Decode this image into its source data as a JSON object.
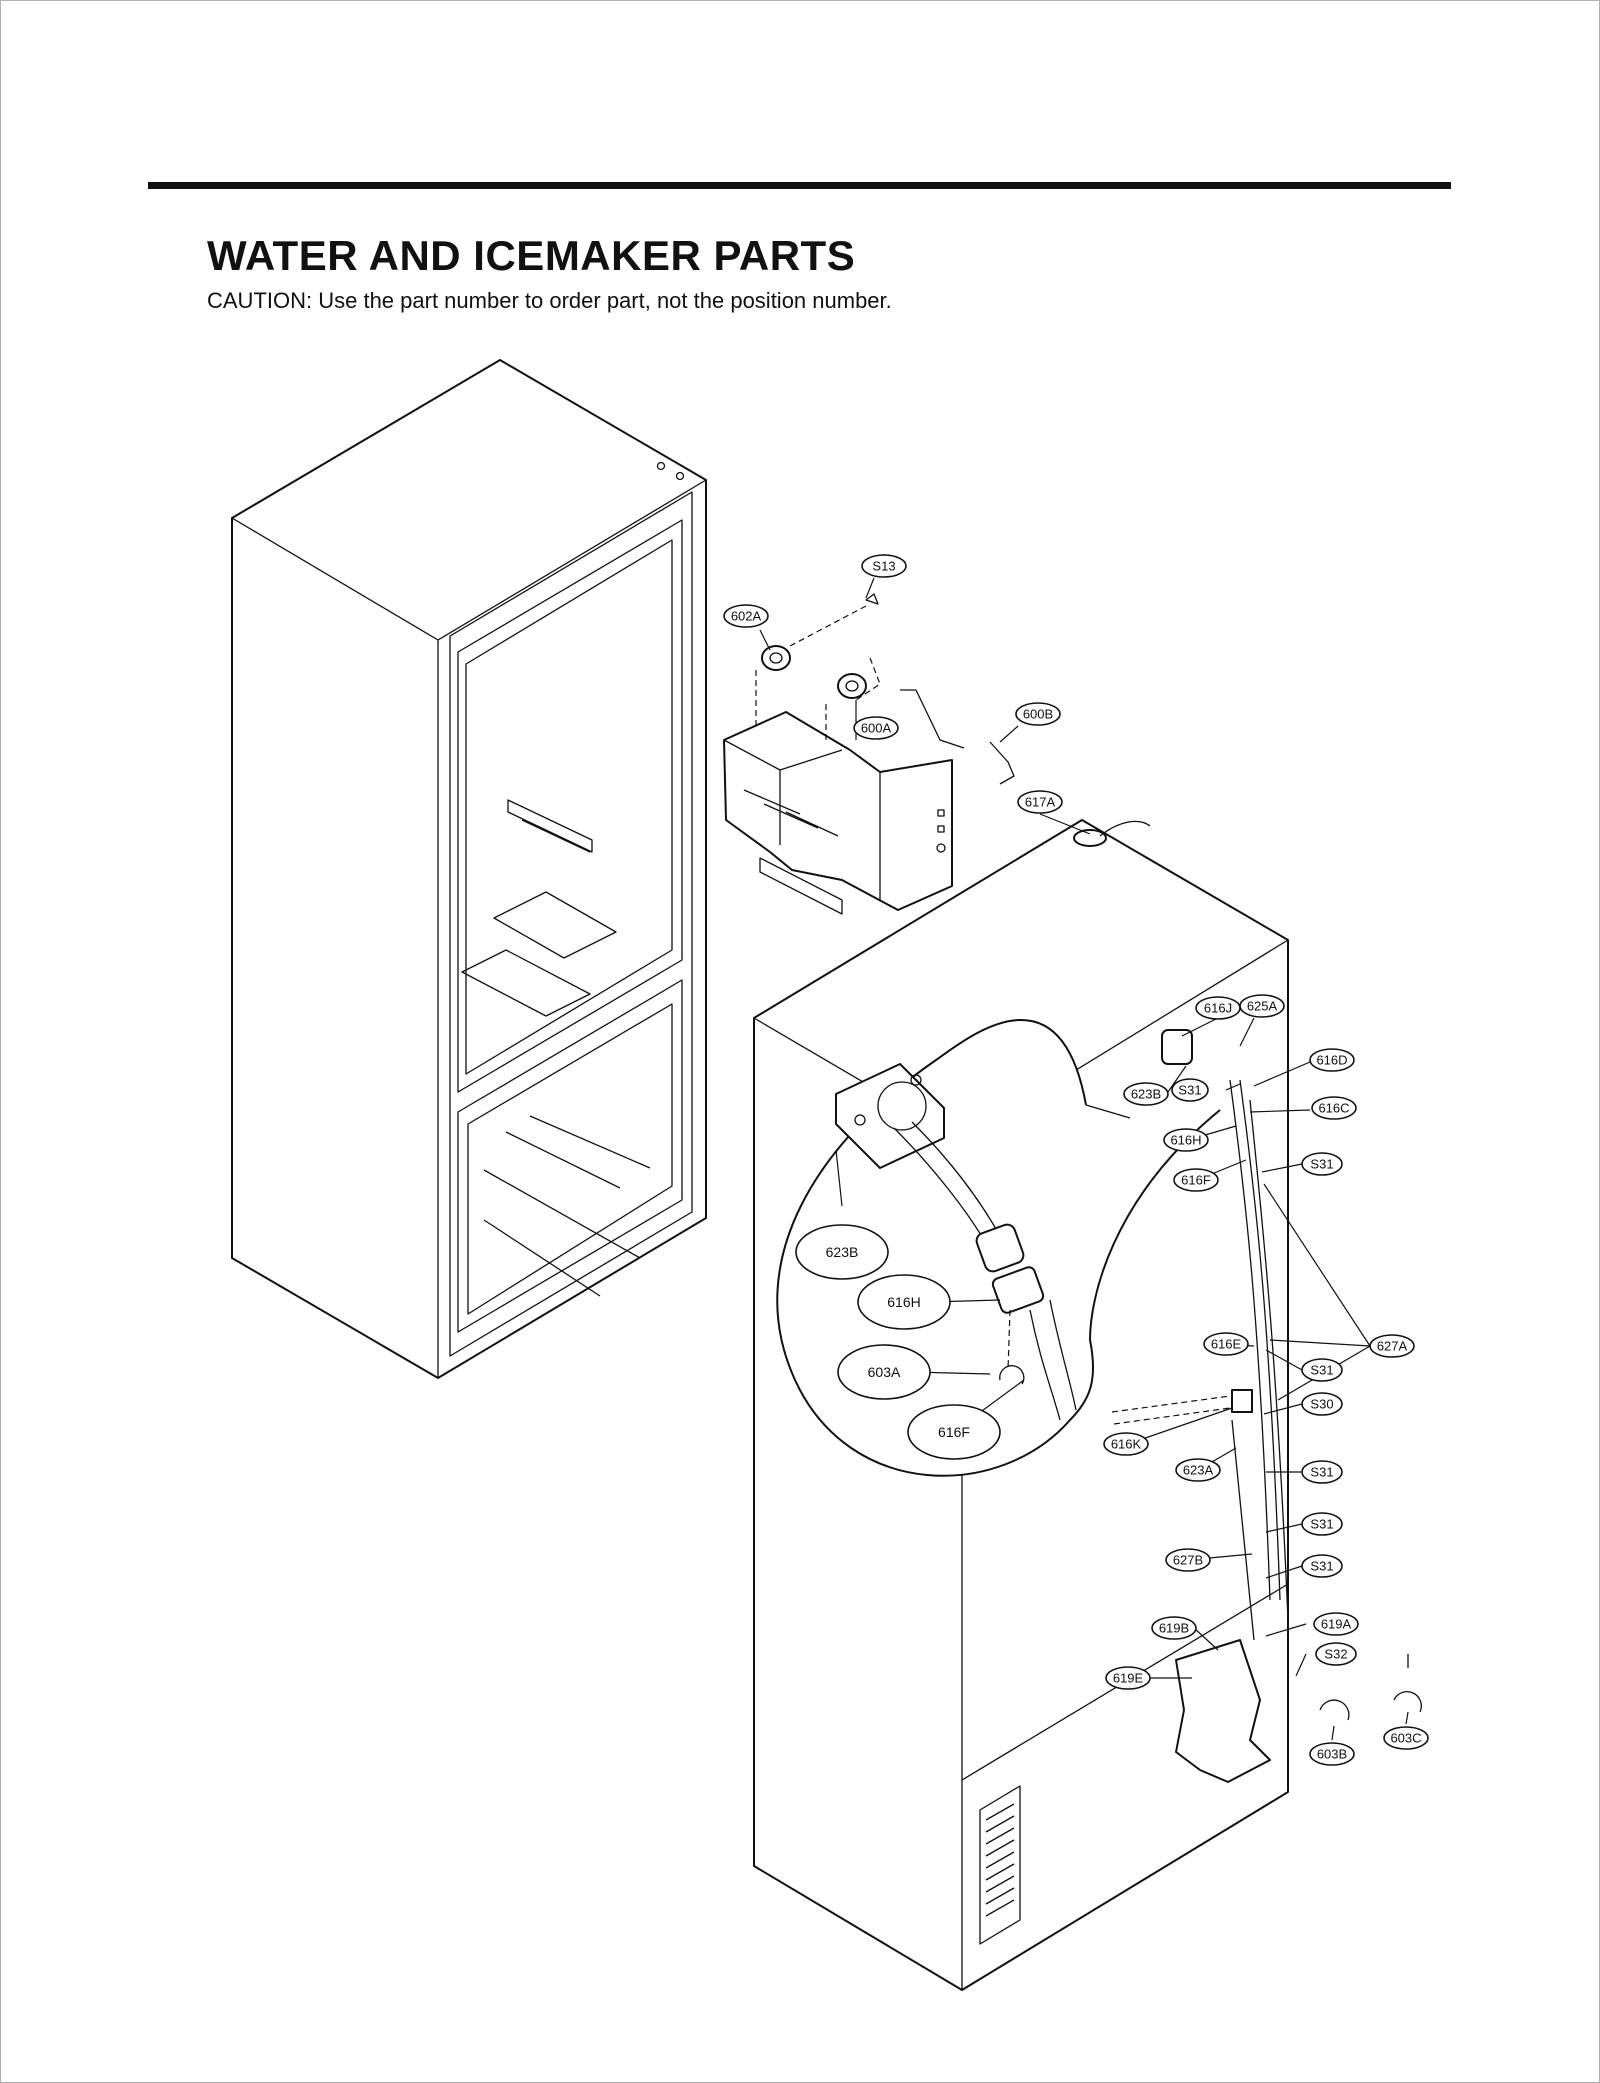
{
  "header": {
    "title": "WATER AND ICEMAKER PARTS",
    "caution": "CAUTION: Use the part number to order part, not the position number."
  },
  "callouts": {
    "S13": "S13",
    "602A": "602A",
    "600A": "600A",
    "600B": "600B",
    "617A": "617A",
    "616J": "616J",
    "625A": "625A",
    "623B": "623B",
    "S31": "S31",
    "616D": "616D",
    "616C": "616C",
    "616H": "616H",
    "616F": "616F",
    "616E": "616E",
    "627A": "627A",
    "S30": "S30",
    "616K": "616K",
    "623A": "623A",
    "627B": "627B",
    "619B": "619B",
    "619A": "619A",
    "S32": "S32",
    "619E": "619E",
    "603B": "603B",
    "603C": "603C",
    "603A": "603A"
  }
}
